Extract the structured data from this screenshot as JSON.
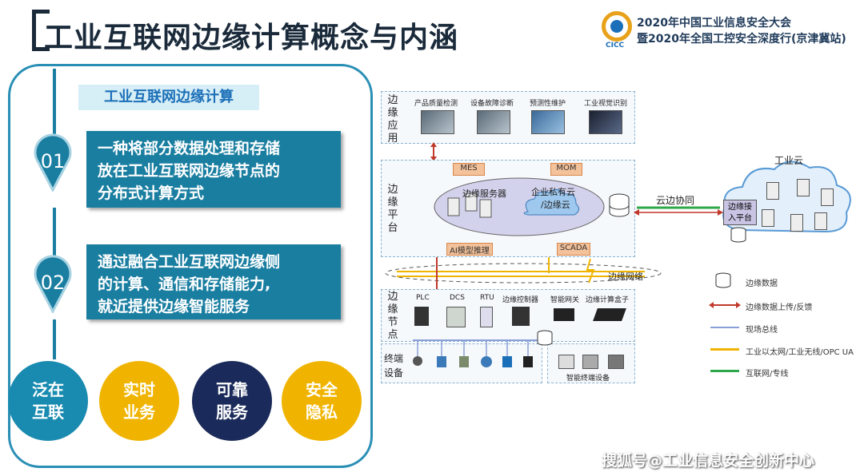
{
  "slide": {
    "title": "工业互联网边缘计算概念与内涵",
    "conference": {
      "line1": "2020年中国工业信息安全大会",
      "line2": "暨2020年全国工控安全深度行(京津冀站)",
      "logo_text": "CICC",
      "logo_colors": {
        "ring": "#e8a21a",
        "center": "#1b6fb8"
      }
    }
  },
  "left_panel": {
    "tag": "工业互联网边缘计算",
    "points": [
      {
        "num": "01",
        "text_lines": [
          "一种将部分数据处理和存储",
          "放在工业互联网边缘节点的",
          "分布式计算方式"
        ]
      },
      {
        "num": "02",
        "text_lines": [
          "通过融合工业互联网边缘侧",
          "的计算、通信和存储能力,",
          "就近提供边缘智能服务"
        ]
      }
    ],
    "features": [
      {
        "lines": [
          "泛在",
          "互联"
        ],
        "color": "#1a8bb0"
      },
      {
        "lines": [
          "实时",
          "业务"
        ],
        "color": "#f0b400"
      },
      {
        "lines": [
          "可靠",
          "服务"
        ],
        "color": "#1a2a5a"
      },
      {
        "lines": [
          "安全",
          "隐私"
        ],
        "color": "#f0b400"
      }
    ]
  },
  "diagram": {
    "layers": {
      "edge_app": [
        "边",
        "缘",
        "应",
        "用"
      ],
      "edge_platform": [
        "边",
        "缘",
        "平",
        "台"
      ],
      "edge_node": [
        "边",
        "缘",
        "节",
        "点"
      ],
      "terminal": [
        "终端",
        "设备"
      ]
    },
    "apps": [
      "产品质量检测",
      "设备故障诊断",
      "预测性维护",
      "工业视觉识别"
    ],
    "platform": {
      "mes": "MES",
      "mom": "MOM",
      "server": "边缘服务器",
      "cloud": "企业私有云",
      "cloud2": "/边缘云",
      "ai": "AI模型推理",
      "scada": "SCADA"
    },
    "network_label": "边缘网络",
    "nodes": [
      "PLC",
      "DCS",
      "RTU",
      "边缘控制器",
      "智能网关",
      "边缘计算盒子"
    ],
    "smart_terminal": "智能终端设备",
    "cloud_side": {
      "title": "工业云",
      "link": "云边协同",
      "access": [
        "边缘接",
        "入平台"
      ]
    },
    "legend": [
      {
        "label": "边缘数据",
        "type": "db-icon"
      },
      {
        "label": "边缘数据上传/反馈",
        "type": "red-arrow",
        "color": "#c0392b"
      },
      {
        "label": "现场总线",
        "type": "line",
        "color": "#8a9fd8"
      },
      {
        "label": "工业以太网/工业无线/OPC UA",
        "type": "line",
        "color": "#f0b400"
      },
      {
        "label": "互联网/专线",
        "type": "line",
        "color": "#2ea84a"
      }
    ]
  },
  "watermark": "搜狐号@工业信息安全创新中心"
}
